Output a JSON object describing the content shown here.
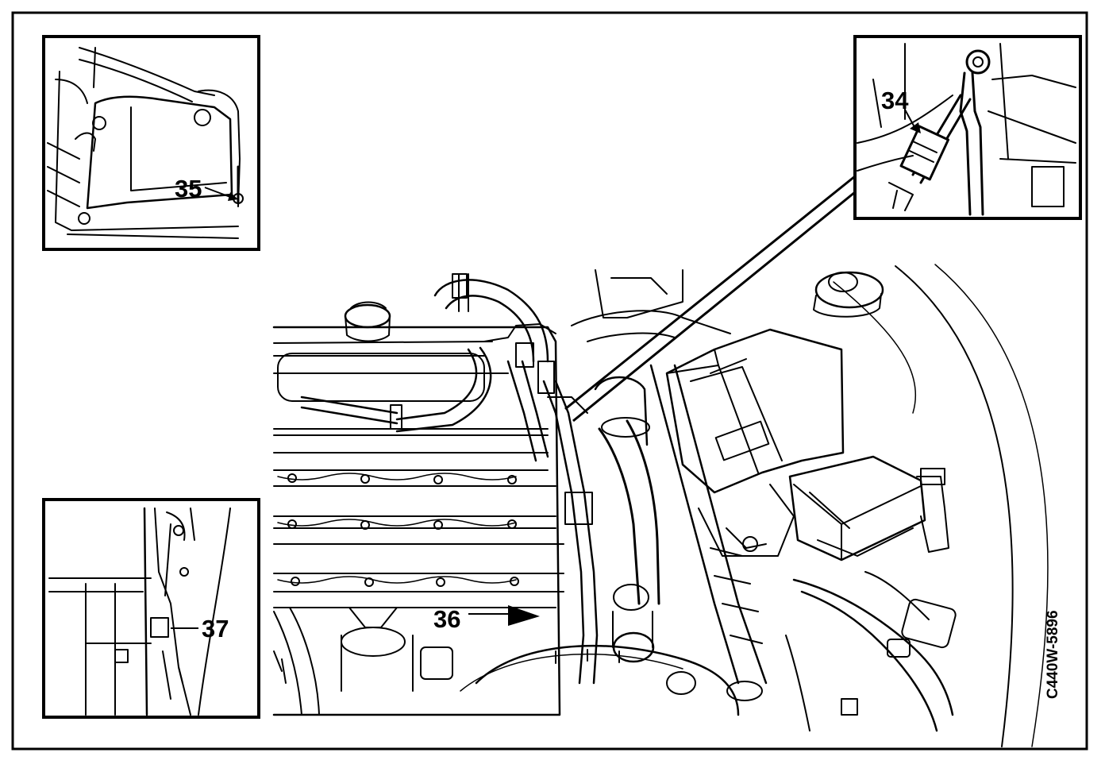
{
  "callouts": {
    "c34": "34",
    "c35": "35",
    "c36": "36",
    "c37": "37"
  },
  "figure_code": "C440W-5896",
  "colors": {
    "ink": "#000000",
    "paper": "#ffffff"
  }
}
